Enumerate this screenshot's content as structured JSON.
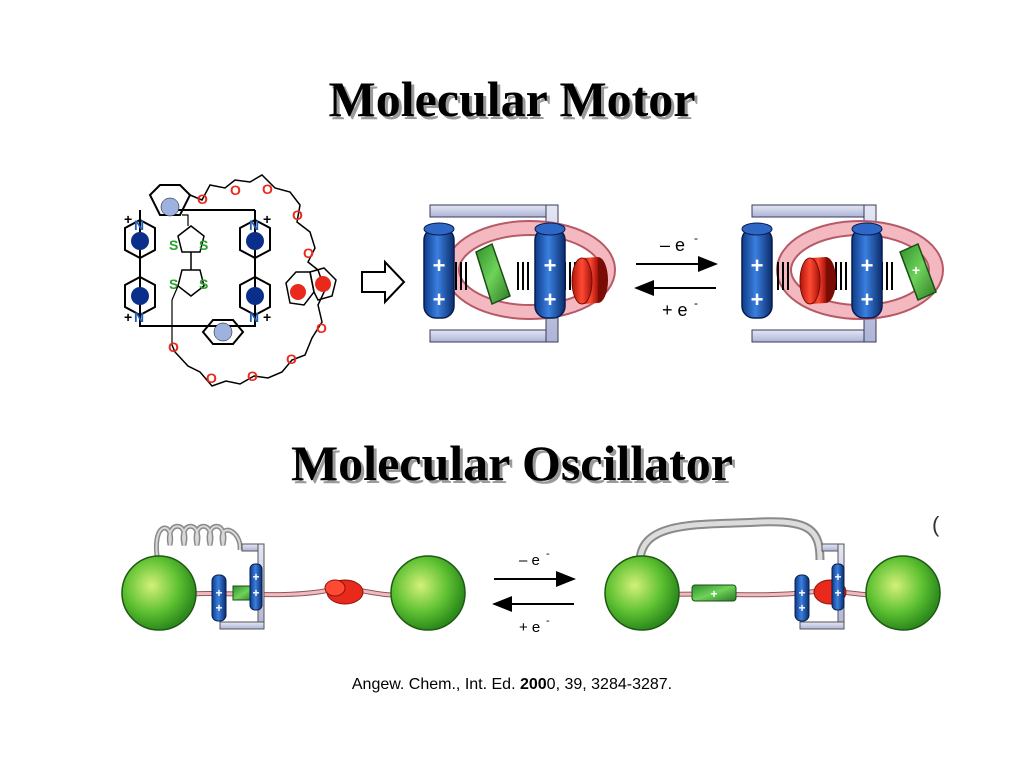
{
  "titles": {
    "motor": "Molecular Motor",
    "oscillator": "Molecular Oscillator"
  },
  "molecule": {
    "oxygen": "O",
    "nitrogen": "N",
    "sulfur": "S",
    "charge": "+"
  },
  "motor": {
    "forward_label": "– e",
    "reverse_label": "+ e",
    "superscript": "-",
    "plus": "+"
  },
  "oscillator": {
    "forward_label": "– e",
    "reverse_label": "+ e",
    "superscript": "-",
    "plus": "+",
    "ring_plus": "+",
    "partial_bracket": "("
  },
  "citation": {
    "journal": "Angew. Chem., Int. Ed. ",
    "year_bold": "200",
    "year_rest": "0",
    "details": ", 39, 3284-3287."
  },
  "colors": {
    "blue": "#1f5fb8",
    "green": "#4caf3a",
    "red": "#e8291c",
    "ring": "#f4b9c0",
    "frame": "#c8cde8",
    "dark_blue": "#0a2f8a"
  }
}
